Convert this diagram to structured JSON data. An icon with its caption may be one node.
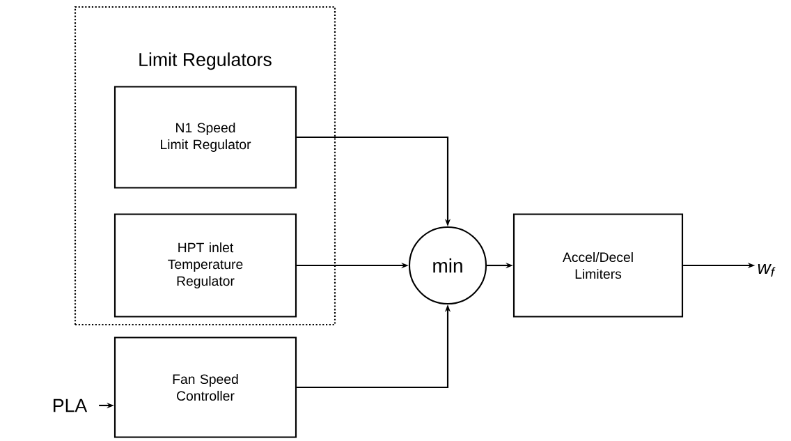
{
  "diagram": {
    "nodes": [
      {
        "text": [
          "Limit Regulators"
        ]
      },
      {
        "text": [
          "N1 Speed Limit Regulator"
        ],
        "in": 0
      },
      {
        "text": [
          "HPT inlet Temperature Regulator"
        ],
        "in": 0
      },
      {
        "text": [
          "Fan Speed Controller"
        ]
      },
      {
        "text": [
          "min"
        ]
      },
      {
        "text": [
          "Accel/Decel Limiters"
        ]
      },
      {
        "text": [
          "PLA"
        ]
      },
      {
        "text": [
          "w$_{f}$"
        ]
      }
    ],
    "edges": [
      {
        "from": 1,
        "to": 4,
        "arrow": "to"
      },
      {
        "from": 2,
        "to": 4,
        "arrow": "to"
      },
      {
        "from": 3,
        "to": 4,
        "arrow": "to"
      },
      {
        "from": 4,
        "to": 5,
        "arrow": "to"
      },
      {
        "from": 5,
        "to": 7,
        "arrow": "to"
      },
      {
        "from": 6,
        "to": 3,
        "arrow": "to"
      }
    ]
  }
}
